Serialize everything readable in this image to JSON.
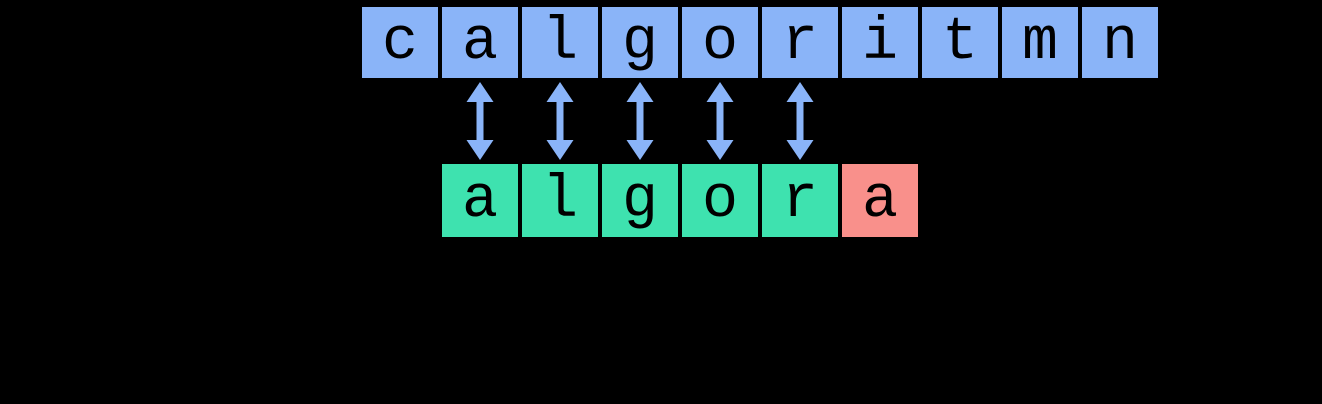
{
  "diagram": {
    "background": "#000000",
    "source_word": "calgoritmn",
    "target_word": "algora"
  },
  "colors": {
    "source_box": "#8AB4F8",
    "match_box": "#3EE2AF",
    "mismatch_box": "#F9908B",
    "arrow": "#8AB4F8",
    "letter": "#000000",
    "background": "#000000"
  },
  "top_row": {
    "letters": [
      "c",
      "a",
      "l",
      "g",
      "o",
      "r",
      "i",
      "t",
      "m",
      "n"
    ]
  },
  "bottom_row": {
    "letters": [
      "a",
      "l",
      "g",
      "o",
      "r",
      "a"
    ],
    "statuses": [
      "match",
      "match",
      "match",
      "match",
      "match",
      "mismatch"
    ]
  },
  "arrows": {
    "count": 5,
    "pairs": [
      [
        "a",
        "a"
      ],
      [
        "l",
        "l"
      ],
      [
        "g",
        "g"
      ],
      [
        "o",
        "o"
      ],
      [
        "r",
        "r"
      ]
    ]
  }
}
